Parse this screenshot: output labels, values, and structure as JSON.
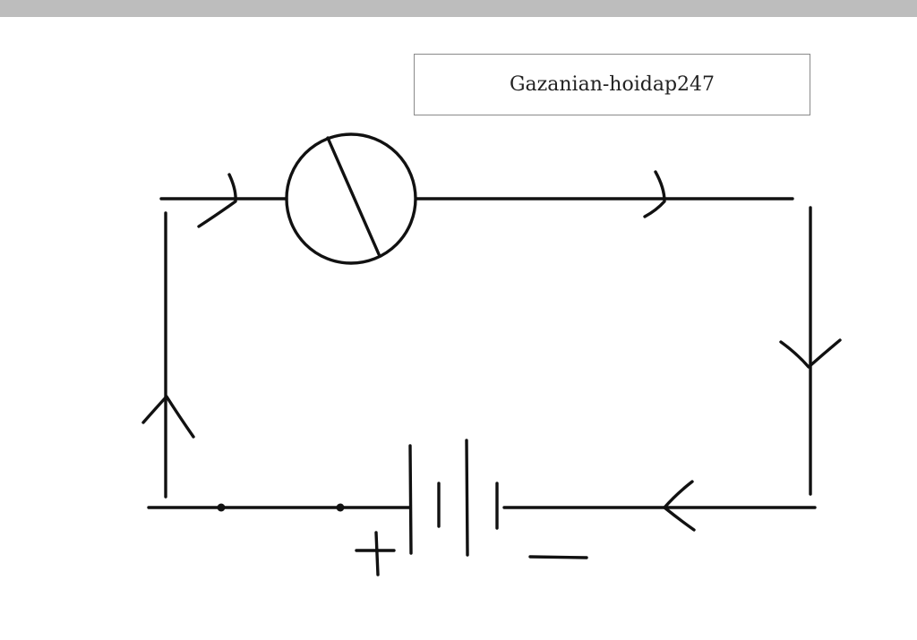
{
  "header": {
    "caption": "Gazanian-hoidap247"
  },
  "circuit": {
    "battery_positive_label": "+",
    "battery_negative_label": "−",
    "components": [
      "lamp",
      "battery"
    ],
    "current_direction": "clockwise"
  },
  "colors": {
    "top_bar": "#bdbdbd",
    "ink": "#111111",
    "box_border": "#8a8a8a"
  }
}
